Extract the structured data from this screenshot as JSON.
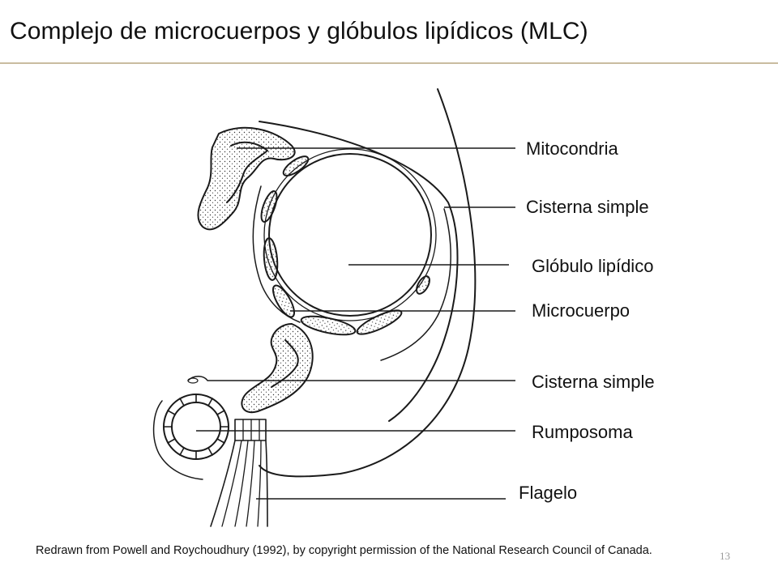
{
  "slide": {
    "title": "Complejo de microcuerpos y glóbulos lipídicos (MLC)",
    "page_number": "13",
    "credit": "Redrawn from Powell and Roychoudhury (1992), by copyright permission of the National Research Council of Canada."
  },
  "labels": [
    {
      "id": "mitocondria",
      "text": "Mitocondria"
    },
    {
      "id": "cisterna-simple-1",
      "text": "Cisterna simple"
    },
    {
      "id": "globulo-lipidico",
      "text": "Glóbulo lipídico"
    },
    {
      "id": "microcuerpo",
      "text": "Microcuerpo"
    },
    {
      "id": "cisterna-simple-2",
      "text": "Cisterna simple"
    },
    {
      "id": "rumposoma",
      "text": "Rumposoma"
    },
    {
      "id": "flagelo",
      "text": "Flagelo"
    }
  ],
  "colors": {
    "title_rule": "#c9bca0",
    "ink": "#1a1a1a"
  }
}
